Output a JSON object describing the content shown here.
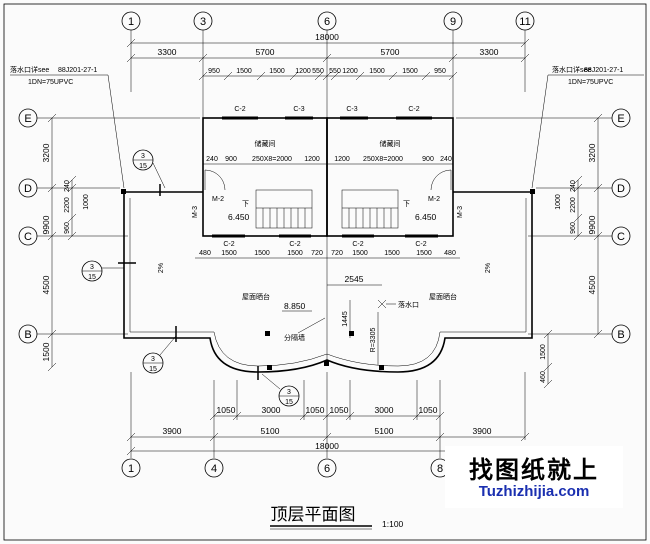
{
  "axes": {
    "top": [
      "1",
      "3",
      "6",
      "9",
      "11"
    ],
    "bottom": [
      "1",
      "4",
      "6",
      "8"
    ],
    "left": [
      "E",
      "D",
      "C",
      "B"
    ],
    "right": [
      "E",
      "D",
      "C",
      "B"
    ]
  },
  "dims": {
    "top_total": "18000",
    "top_row1": [
      "3300",
      "5700",
      "5700",
      "3300"
    ],
    "top_row2": [
      "950",
      "1500",
      "1500",
      "1200",
      "550",
      "550",
      "1200",
      "1500",
      "1500",
      "950"
    ],
    "bottom_row1": [
      "1050",
      "3000",
      "1050",
      "1050",
      "3000",
      "1050"
    ],
    "bottom_row2": [
      "3900",
      "5100",
      "5100",
      "3900"
    ],
    "bottom_total": "18000",
    "left_outer": [
      "3200",
      "9900",
      "4500",
      "1500"
    ],
    "left_inner": [
      "240",
      "2200",
      "960",
      "1000"
    ],
    "right_outer": [
      "3200",
      "9900",
      "4500"
    ],
    "right_inner": [
      "240",
      "2200",
      "960",
      "1000"
    ],
    "right_bottom": [
      "460",
      "1500"
    ],
    "stair_dims": [
      "240",
      "900",
      "250X8=2000",
      "1200",
      "1200",
      "250X8=2000",
      "900",
      "240"
    ],
    "lower_dims": [
      "480",
      "1500",
      "1500",
      "1500",
      "720",
      "720",
      "1500",
      "1500",
      "1500",
      "480"
    ],
    "inner_small": [
      "2545",
      "1445"
    ],
    "radius": "R=3305"
  },
  "labels": {
    "drain_left_1": "落水口详see",
    "drain_spec": "88J201-27-1",
    "drain_pipe": "1DN=75UPVC",
    "drain_right_1": "落水口详see",
    "window_c2": "C-2",
    "window_c3": "C-3",
    "door_m2": "M-2",
    "door_m3": "M-3",
    "room_stair": "储藏间",
    "elev_6450": "6.450",
    "elev_8850": "8.850",
    "terrace": "屋面晒台",
    "slope": "2%",
    "down": "下",
    "divider": "分隔墙",
    "drain_hole": "落水口",
    "detail_num": "3",
    "detail_sheet": "15"
  },
  "title": "顶层平面图",
  "scale": "1:100",
  "watermark": {
    "cn": "找图纸就上",
    "en": "Tuzhizhijia.com"
  }
}
